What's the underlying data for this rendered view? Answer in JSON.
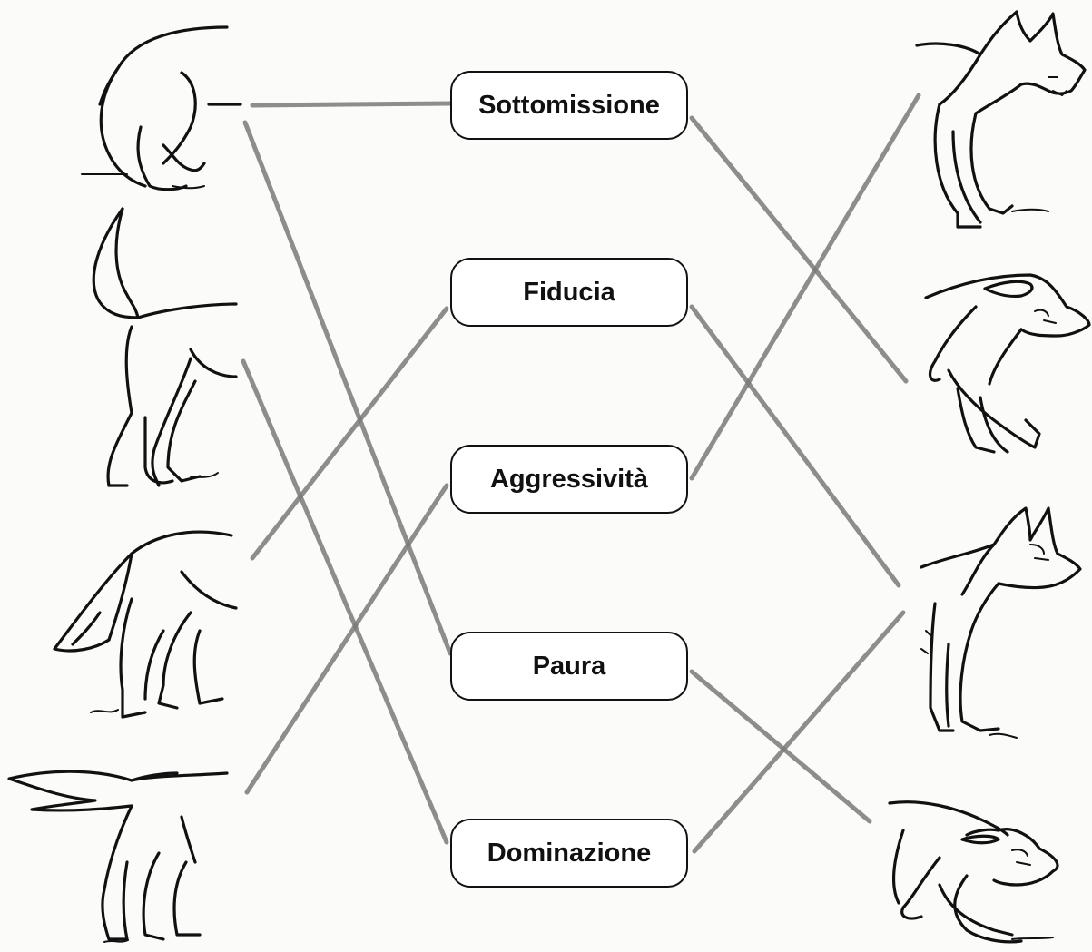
{
  "labels": [
    "Sottomissione",
    "Fiducia",
    "Aggressività",
    "Paura",
    "Dominazione"
  ],
  "figures": {
    "left": [
      "wolf-tail-tucked-icon",
      "wolf-tail-up-icon",
      "wolf-tail-low-icon",
      "wolf-tail-straight-icon"
    ],
    "right": [
      "wolf-snarling-icon",
      "wolf-ears-back-icon",
      "wolf-alert-icon",
      "wolf-crouching-icon"
    ]
  },
  "connections": [
    {
      "from": "left-1",
      "to": "Sottomissione"
    },
    {
      "from": "left-1",
      "to": "Paura"
    },
    {
      "from": "left-2",
      "to": "Dominazione"
    },
    {
      "from": "left-3",
      "to": "Fiducia"
    },
    {
      "from": "left-4",
      "to": "Aggressività"
    },
    {
      "from": "Sottomissione",
      "to": "right-2"
    },
    {
      "from": "Fiducia",
      "to": "right-3"
    },
    {
      "from": "Aggressività",
      "to": "right-1"
    },
    {
      "from": "Paura",
      "to": "right-4"
    },
    {
      "from": "Dominazione",
      "to": "right-3"
    }
  ],
  "colors": {
    "ink": "#111111",
    "pencil": "#7a7a7a",
    "paper": "#fbfbf9"
  }
}
